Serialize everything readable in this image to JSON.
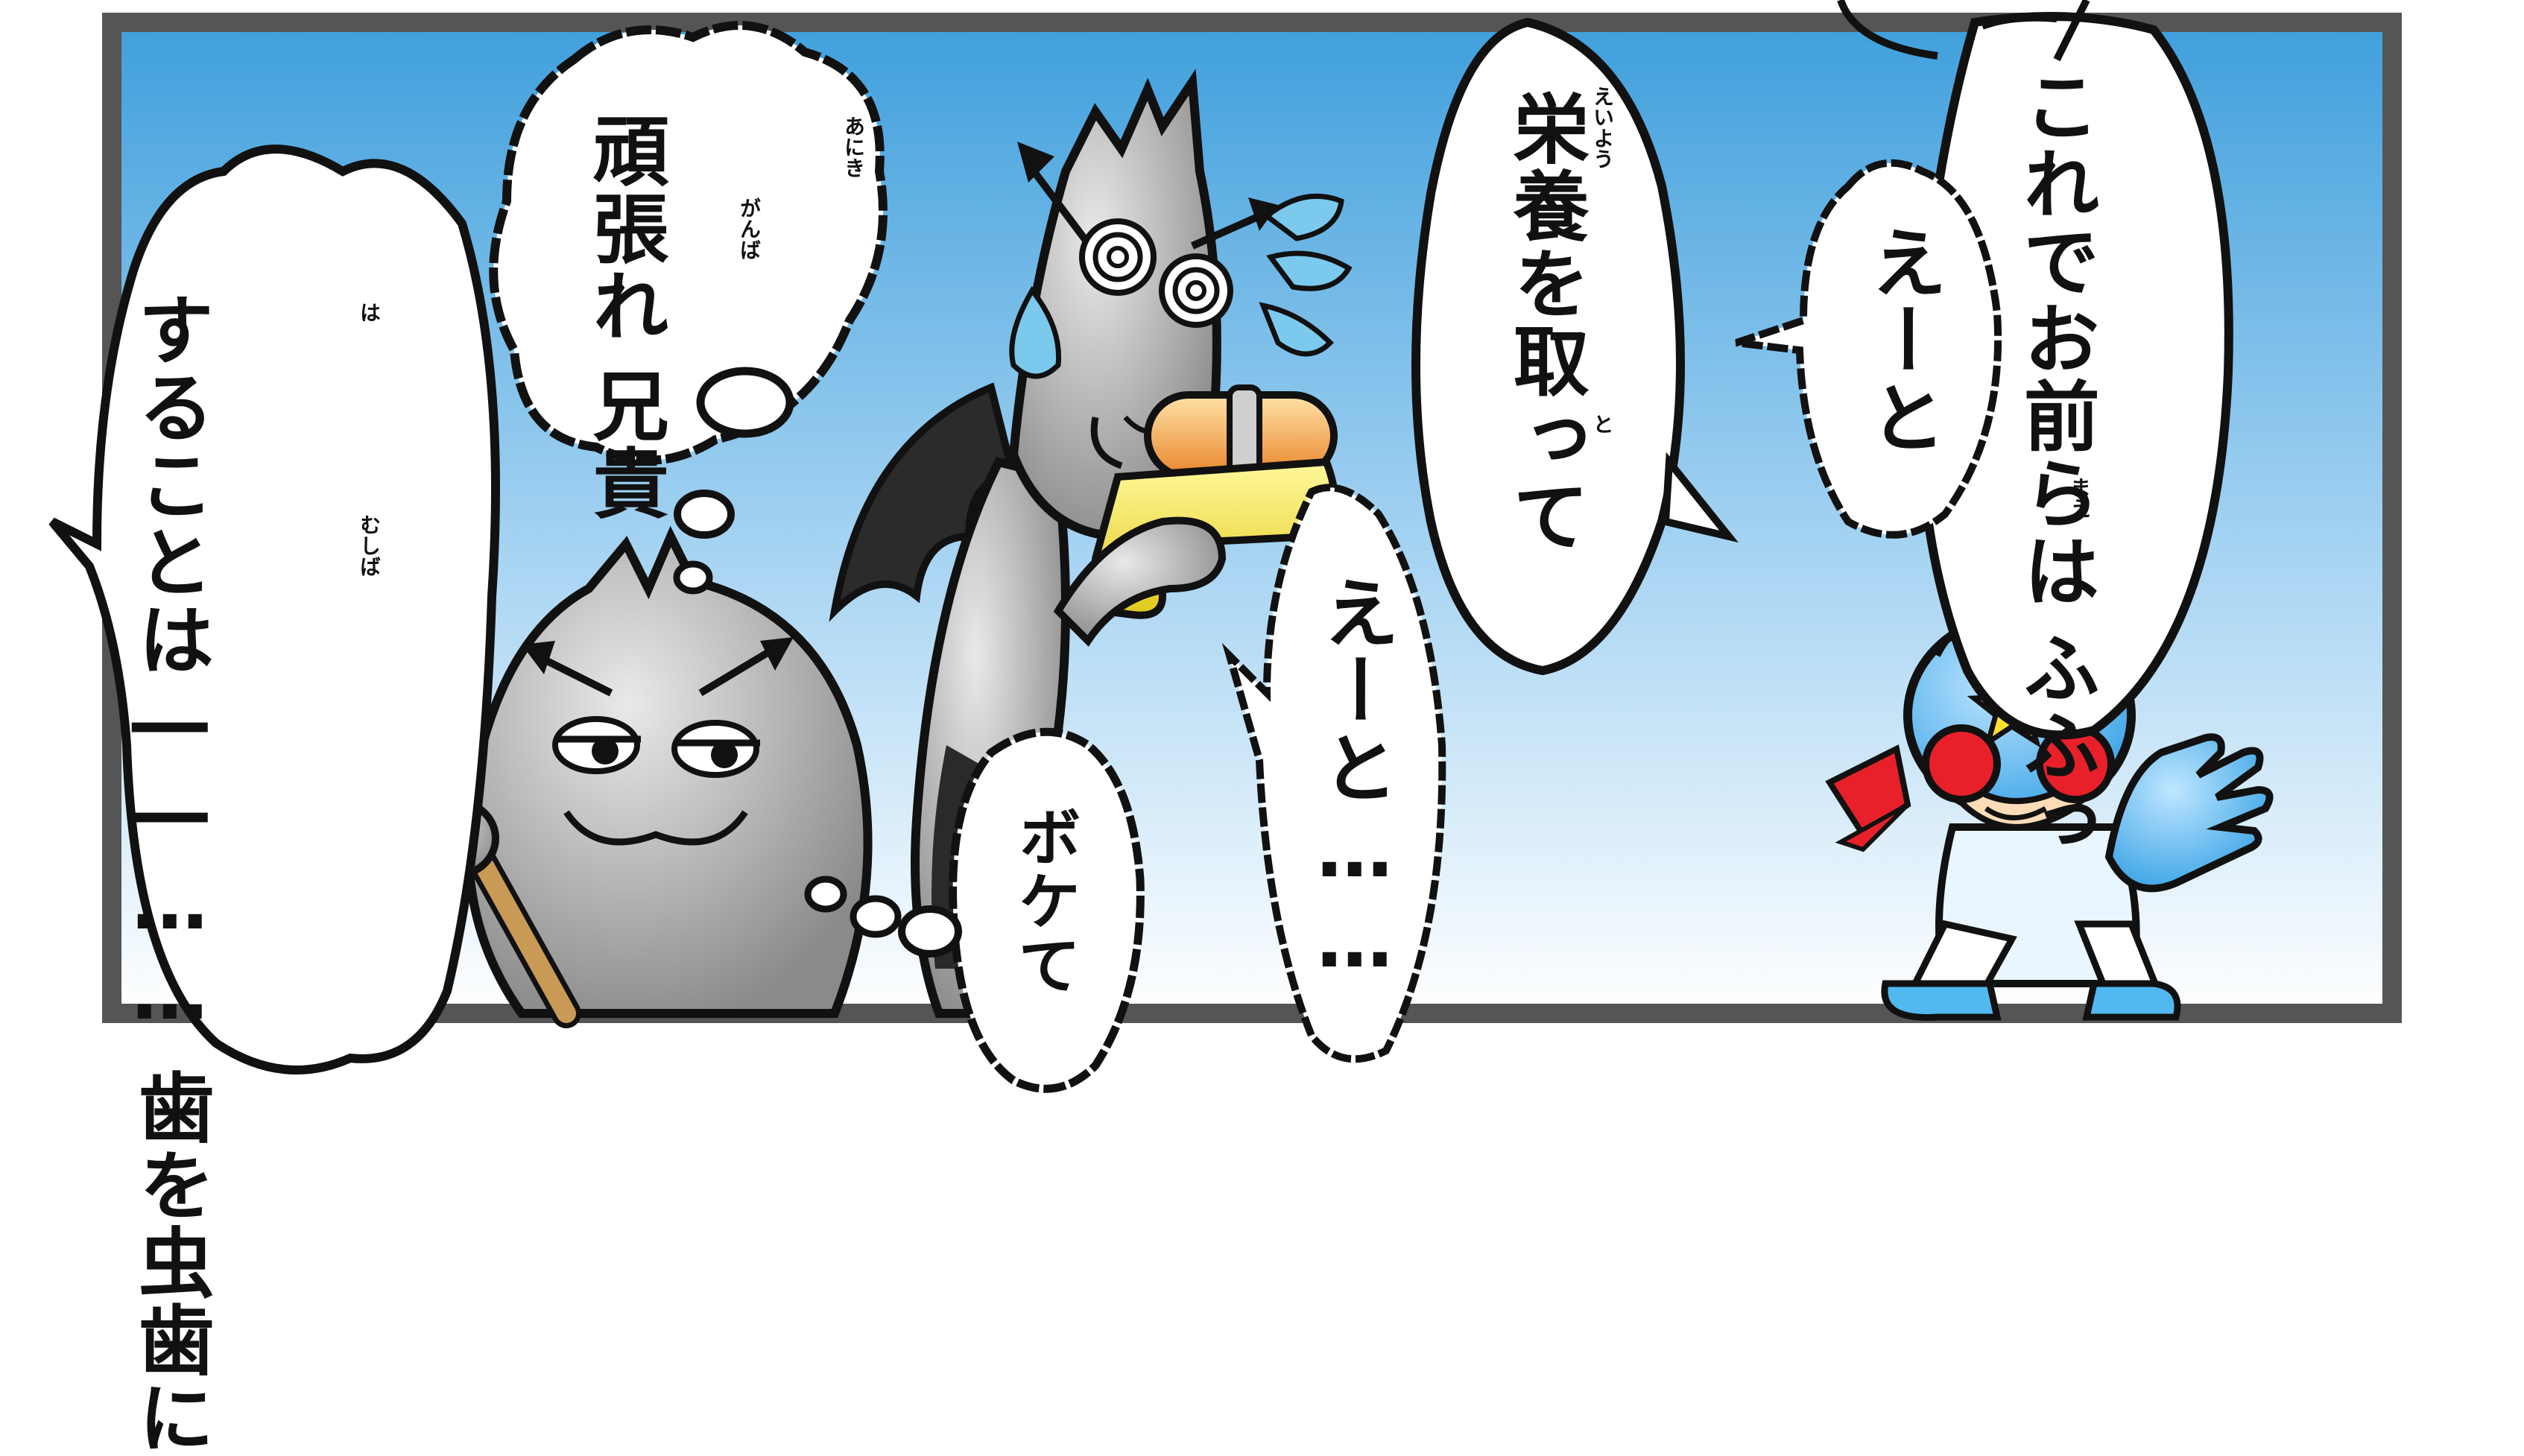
{
  "panel": {
    "colors": {
      "sky_top": "#4aa6e0",
      "sky_bottom": "#ffffff",
      "frame": "#555555",
      "bubble_fill": "#ffffff",
      "ink": "#111111",
      "hero_blue": "#52b8f0",
      "hero_red": "#e8202a",
      "star": "#ffe12b",
      "gun_yellow": "#f3e43a",
      "tank_orange": "#f6a13b",
      "germ_gray": "#9a9a9a"
    },
    "characters": [
      {
        "name": "hero",
        "icon": "blue-hero-character"
      },
      {
        "name": "devil",
        "icon": "gray-devil-with-water-gun"
      },
      {
        "name": "blob",
        "icon": "gray-blob-character"
      }
    ]
  },
  "bubbles": {
    "hero_speech": [
      "ふふっ",
      "これでお前らは"
    ],
    "hero_speech_ruby": "まえ",
    "eeto_small": "えーと",
    "devil_speech": [
      "栄養を取って"
    ],
    "devil_speech_ruby_1": "えいよう",
    "devil_speech_ruby_2": "と",
    "devil_mumble": "えーと……",
    "blob_thought": [
      "兄貴",
      "頑張れ"
    ],
    "blob_thought_ruby_1": "あにき",
    "blob_thought_ruby_2": "がんば",
    "devil_thought": "ボケて",
    "left_speech": [
      "歯を虫歯に",
      "することは――……"
    ],
    "left_speech_ruby_1": "は",
    "left_speech_ruby_2": "むしば"
  }
}
